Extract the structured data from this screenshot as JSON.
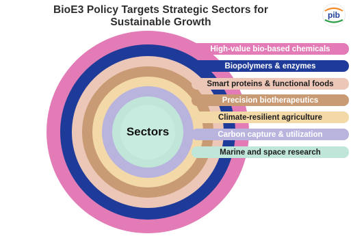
{
  "title": {
    "line1": "BioE3 Policy Targets Strategic Sectors for",
    "line2": "Sustainable Growth"
  },
  "logo": {
    "icon": "pib-logo-icon",
    "text": "pib"
  },
  "center_label": "Sectors",
  "sectors": [
    {
      "label": "High-value bio-based chemicals",
      "color": "#e27bb6",
      "text_color": "#ffffff"
    },
    {
      "label": "Biopolymers & enzymes",
      "color": "#1f3b9a",
      "text_color": "#ffffff"
    },
    {
      "label": "Smart proteins & functional foods",
      "color": "#ecc7b8",
      "text_color": "#1b1b1b"
    },
    {
      "label": "Precision biotherapeutics",
      "color": "#c99b75",
      "text_color": "#ffffff"
    },
    {
      "label": "Climate-resilient agriculture",
      "color": "#f4d9a8",
      "text_color": "#1b1b1b"
    },
    {
      "label": "Carbon capture & utilization",
      "color": "#b8b4de",
      "text_color": "#ffffff"
    },
    {
      "label": "Marine and space research",
      "color": "#bfe6d8",
      "text_color": "#1b1b1b"
    }
  ]
}
